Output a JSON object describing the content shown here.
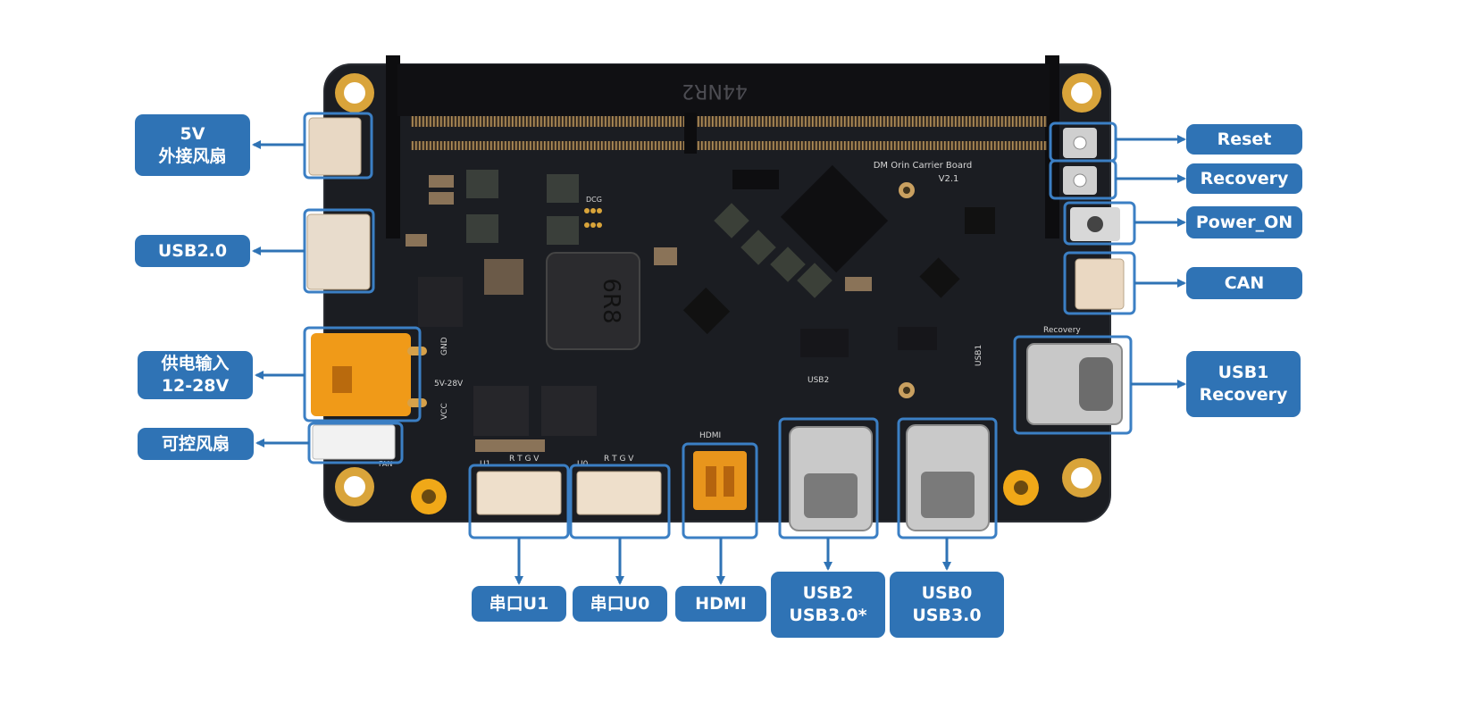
{
  "colors": {
    "label_bg": "#2f73b5",
    "label_text": "#ffffff",
    "leader_line": "#2f73b5",
    "highlight_box": "#3b7fc4",
    "pcb": "#1b1d22",
    "gold_pad": "#d9a43a",
    "orange_connector": "#e8951c"
  },
  "board": {
    "slot_marking": "44NR2",
    "title": "DM  Orin  Carrier Board",
    "version": "V2.1",
    "inductor_marking": "6R8",
    "usb2_silk": "USB2",
    "usb1_silk": "USB1",
    "hdmi_silk": "HDMI",
    "recovery_silk": "Recovery",
    "uart_u1_silk": "U1",
    "uart_u1_pins": "R  T  G  V",
    "uart_u0_silk": "U0",
    "uart_u0_pins": "R  T  G  V",
    "gnd_silk": "GND",
    "vin_silk": "5V-28V",
    "vcc_silk": "VCC",
    "fan_silk": "FAN",
    "dcg_silk": "DCG"
  },
  "labels": {
    "fan_5v": {
      "line1": "5V",
      "line2": "外接风扇"
    },
    "usb20": {
      "line1": "USB2.0"
    },
    "power_in": {
      "line1": "供电输入",
      "line2": "12-28V"
    },
    "pwm_fan": {
      "line1": "可控风扇"
    },
    "reset": {
      "line1": "Reset"
    },
    "recovery": {
      "line1": "Recovery"
    },
    "power_on": {
      "line1": "Power_ON"
    },
    "can": {
      "line1": "CAN"
    },
    "usb1": {
      "line1": "USB1",
      "line2": "Recovery"
    },
    "uart_u1": {
      "line1": "串口U1"
    },
    "uart_u0": {
      "line1": "串口U0"
    },
    "hdmi": {
      "line1": "HDMI"
    },
    "usb2": {
      "line1": "USB2",
      "line2": "USB3.0*"
    },
    "usb0": {
      "line1": "USB0",
      "line2": "USB3.0"
    }
  }
}
